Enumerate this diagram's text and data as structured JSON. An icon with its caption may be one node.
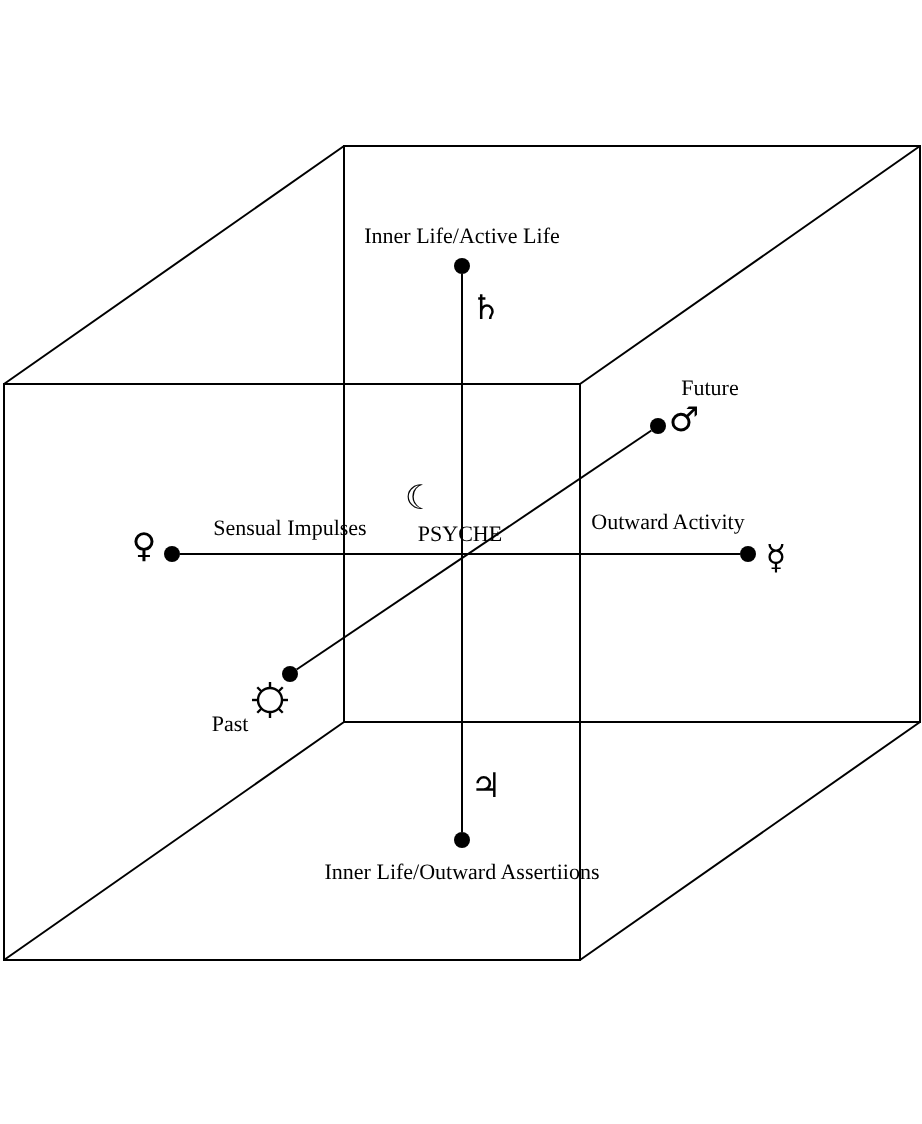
{
  "diagram": {
    "nodes": [
      {
        "text": [],
        "shape": "circle",
        "beside": [
          "Inner Life/Active Life",
          "♄"
        ]
      },
      {
        "text": [],
        "shape": "circle",
        "beside": [
          "Future",
          "♂"
        ]
      },
      {
        "text": [],
        "shape": "circle",
        "beside": [
          "♀",
          "Sensual Impulses"
        ]
      },
      {
        "text": [],
        "shape": "circle",
        "beside": [
          "Outward Activity",
          "☿"
        ]
      },
      {
        "text": [],
        "shape": "circle",
        "beside": [
          "Past"
        ]
      },
      {
        "text": [],
        "shape": "circle",
        "beside": [
          "♃",
          "Inner Life/Outward Assertiions"
        ]
      }
    ],
    "edges": [
      {
        "from": 0,
        "to": 5,
        "arrow": "none"
      },
      {
        "from": 2,
        "to": 3,
        "arrow": "none"
      },
      {
        "from": 4,
        "to": 1,
        "arrow": "none"
      }
    ],
    "labels": [
      "☾",
      "PSYCHE"
    ]
  }
}
